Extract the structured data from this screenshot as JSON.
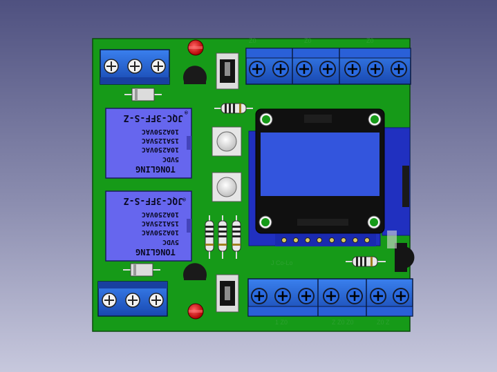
{
  "relays": [
    {
      "brand": "TONGLING",
      "voltage": "5VDC",
      "rating_a": "10A250VAC",
      "rating_b": "15A125VAC",
      "rating_c": "10A250VAC",
      "model": "JQC-3FF-S-Z"
    },
    {
      "brand": "TONGLING",
      "voltage": "5VDC",
      "rating_a": "10A250VAC",
      "rating_b": "15A125VAC",
      "rating_c": "10A250VAC",
      "model": "JQC-3FF-S-Z"
    }
  ],
  "colors": {
    "board": "#169a18",
    "terminal_block": "#2060d0",
    "relay": "#6666ee",
    "led": "#e01010",
    "oled_frame": "#101010",
    "oled_screen": "#3355dd",
    "module_pcb": "#2030c0"
  },
  "icons": {
    "terminal_screw": "screw-icon",
    "push_button": "push-button-icon",
    "led": "led-icon"
  }
}
